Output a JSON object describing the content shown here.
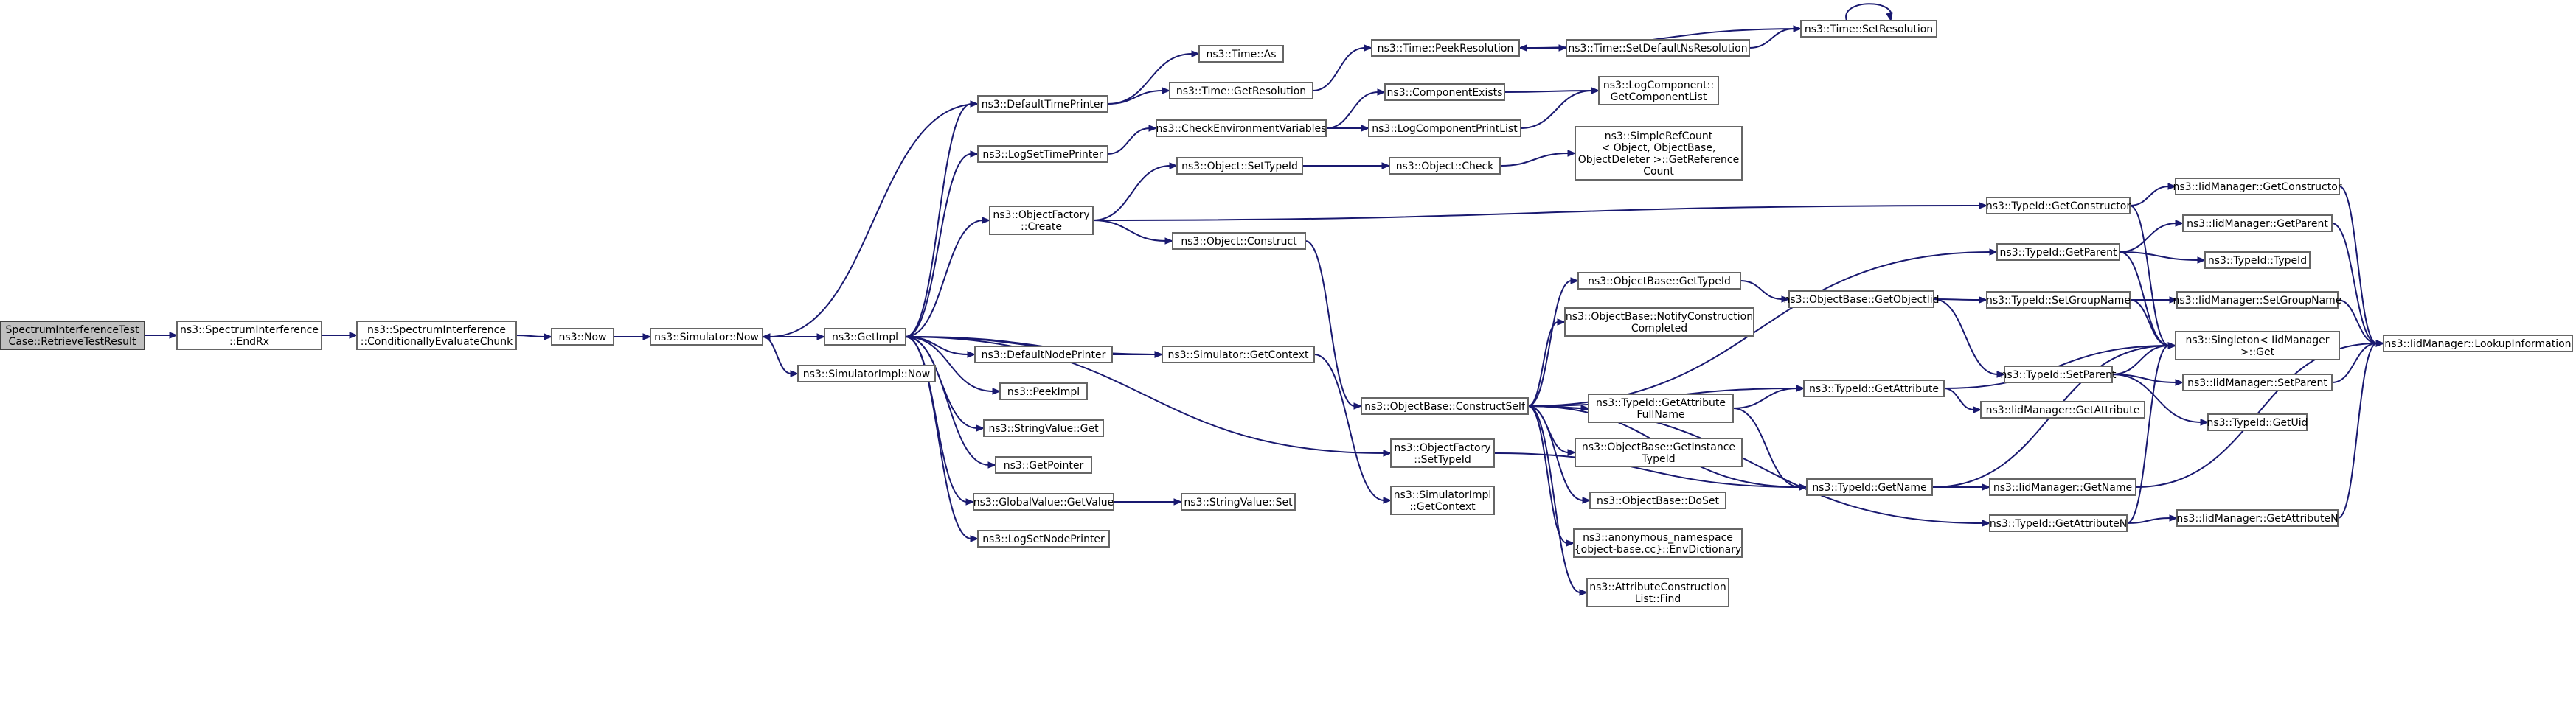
{
  "nodes": {
    "root": {
      "label": "SpectrumInterferenceTest\nCase::RetrieveTestResult"
    },
    "endrx": {
      "label": "ns3::SpectrumInterference\n::EndRx"
    },
    "cond": {
      "label": "ns3::SpectrumInterference\n::ConditionallyEvaluateChunk"
    },
    "now": {
      "label": "ns3::Now"
    },
    "simnow": {
      "label": "ns3::Simulator::Now"
    },
    "getimpl": {
      "label": "ns3::GetImpl"
    },
    "simimplnow": {
      "label": "ns3::SimulatorImpl::Now"
    },
    "deftimeprinter": {
      "label": "ns3::DefaultTimePrinter"
    },
    "logsettimeprinter": {
      "label": "ns3::LogSetTimePrinter"
    },
    "objfactcreate": {
      "label": "ns3::ObjectFactory\n::Create"
    },
    "defnodeprinter": {
      "label": "ns3::DefaultNodePrinter"
    },
    "peekimpl": {
      "label": "ns3::PeekImpl"
    },
    "strvalget": {
      "label": "ns3::StringValue::Get"
    },
    "getpointer": {
      "label": "ns3::GetPointer"
    },
    "globalvalget": {
      "label": "ns3::GlobalValue::GetValue"
    },
    "logsetnodeprinter": {
      "label": "ns3::LogSetNodePrinter"
    },
    "timeas": {
      "label": "ns3::Time::As"
    },
    "timegetres": {
      "label": "ns3::Time::GetResolution"
    },
    "checkenv": {
      "label": "ns3::CheckEnvironmentVariables"
    },
    "objsettypeid": {
      "label": "ns3::Object::SetTypeId"
    },
    "objconstruct": {
      "label": "ns3::Object::Construct"
    },
    "simgetcontext": {
      "label": "ns3::Simulator::GetContext"
    },
    "strvalset": {
      "label": "ns3::StringValue::Set"
    },
    "timepeekres": {
      "label": "ns3::Time::PeekResolution"
    },
    "compexists": {
      "label": "ns3::ComponentExists"
    },
    "logcompprintlist": {
      "label": "ns3::LogComponentPrintList"
    },
    "objcheck": {
      "label": "ns3::Object::Check"
    },
    "objbaseconstructself": {
      "label": "ns3::ObjectBase::ConstructSelf"
    },
    "objfactsettypeid": {
      "label": "ns3::ObjectFactory\n::SetTypeId"
    },
    "simimplgetcontext": {
      "label": "ns3::SimulatorImpl\n::GetContext"
    },
    "timesetdefns": {
      "label": "ns3::Time::SetDefaultNsResolution"
    },
    "logcompgetlist": {
      "label": "ns3::LogComponent::\nGetComponentList"
    },
    "simplerefcount": {
      "label": "ns3::SimpleRefCount\n< Object, ObjectBase,\nObjectDeleter >::GetReference\nCount"
    },
    "objbasegettypeid": {
      "label": "ns3::ObjectBase::GetTypeId"
    },
    "objbasenotify": {
      "label": "ns3::ObjectBase::NotifyConstruction\nCompleted"
    },
    "typeidgetattrfull": {
      "label": "ns3::TypeId::GetAttribute\nFullName"
    },
    "objbasegetinstance": {
      "label": "ns3::ObjectBase::GetInstance\nTypeId"
    },
    "objbasedoset": {
      "label": "ns3::ObjectBase::DoSet"
    },
    "envdict": {
      "label": "ns3::anonymous_namespace\n{object-base.cc}::EnvDictionary"
    },
    "attrconstructfind": {
      "label": "ns3::AttributeConstruction\nList::Find"
    },
    "timesetres": {
      "label": "ns3::Time::SetResolution"
    },
    "objbasegetobjectiid": {
      "label": "ns3::ObjectBase::GetObjectIid"
    },
    "typeidgetattr": {
      "label": "ns3::TypeId::GetAttribute"
    },
    "typeidgetname": {
      "label": "ns3::TypeId::GetName"
    },
    "typeidgetconstructor": {
      "label": "ns3::TypeId::GetConstructor"
    },
    "typeidgetparent": {
      "label": "ns3::TypeId::GetParent"
    },
    "typeidsetgroupname": {
      "label": "ns3::TypeId::SetGroupName"
    },
    "typeidsetparent": {
      "label": "ns3::TypeId::SetParent"
    },
    "typeidgetattrn": {
      "label": "ns3::TypeId::GetAttributeN"
    },
    "iidgetattribute": {
      "label": "ns3::IidManager::GetAttribute"
    },
    "iidgetname": {
      "label": "ns3::IidManager::GetName"
    },
    "iidgetconstructor": {
      "label": "ns3::IidManager::GetConstructor"
    },
    "iidgetparent": {
      "label": "ns3::IidManager::GetParent"
    },
    "typeidtypeid": {
      "label": "ns3::TypeId::TypeId"
    },
    "iidsetgroupname": {
      "label": "ns3::IidManager::SetGroupName"
    },
    "singletonget": {
      "label": "ns3::Singleton< IidManager\n>::Get"
    },
    "iidsetparent": {
      "label": "ns3::IidManager::SetParent"
    },
    "typeidgetuid": {
      "label": "ns3::TypeId::GetUid"
    },
    "iidgetattrn": {
      "label": "ns3::IidManager::GetAttributeN"
    },
    "iidlookup": {
      "label": "ns3::IidManager::LookupInformation"
    }
  },
  "edges": [
    [
      "root",
      "endrx"
    ],
    [
      "endrx",
      "cond"
    ],
    [
      "cond",
      "now"
    ],
    [
      "now",
      "simnow"
    ],
    [
      "simnow",
      "getimpl"
    ],
    [
      "simnow",
      "simimplnow"
    ],
    [
      "getimpl",
      "deftimeprinter"
    ],
    [
      "getimpl",
      "logsettimeprinter"
    ],
    [
      "getimpl",
      "objfactcreate"
    ],
    [
      "getimpl",
      "defnodeprinter"
    ],
    [
      "getimpl",
      "peekimpl"
    ],
    [
      "getimpl",
      "strvalget"
    ],
    [
      "getimpl",
      "getpointer"
    ],
    [
      "getimpl",
      "globalvalget"
    ],
    [
      "getimpl",
      "logsetnodeprinter"
    ],
    [
      "getimpl",
      "objfactsettypeid"
    ],
    [
      "getimpl",
      "simgetcontext"
    ],
    [
      "deftimeprinter",
      "simnow"
    ],
    [
      "deftimeprinter",
      "timeas"
    ],
    [
      "deftimeprinter",
      "timegetres"
    ],
    [
      "timegetres",
      "timepeekres"
    ],
    [
      "timepeekres",
      "timesetdefns"
    ],
    [
      "timesetdefns",
      "timesetres"
    ],
    [
      "timesetres",
      "timepeekres"
    ],
    [
      "timesetres",
      "timesetres"
    ],
    [
      "logsettimeprinter",
      "checkenv"
    ],
    [
      "checkenv",
      "compexists"
    ],
    [
      "checkenv",
      "logcompprintlist"
    ],
    [
      "compexists",
      "logcompgetlist"
    ],
    [
      "logcompprintlist",
      "logcompgetlist"
    ],
    [
      "objfactcreate",
      "objsettypeid"
    ],
    [
      "objfactcreate",
      "objconstruct"
    ],
    [
      "objfactcreate",
      "typeidgetconstructor"
    ],
    [
      "objsettypeid",
      "objcheck"
    ],
    [
      "objcheck",
      "simplerefcount"
    ],
    [
      "objconstruct",
      "objbaseconstructself"
    ],
    [
      "defnodeprinter",
      "simgetcontext"
    ],
    [
      "simgetcontext",
      "getimpl"
    ],
    [
      "simgetcontext",
      "simimplgetcontext"
    ],
    [
      "globalvalget",
      "strvalset"
    ],
    [
      "objfactsettypeid",
      "typeidgetname"
    ],
    [
      "objbaseconstructself",
      "objbasegettypeid"
    ],
    [
      "objbaseconstructself",
      "objbasenotify"
    ],
    [
      "objbaseconstructself",
      "typeidgetattrfull"
    ],
    [
      "objbaseconstructself",
      "objbasegetinstance"
    ],
    [
      "objbaseconstructself",
      "objbasedoset"
    ],
    [
      "objbaseconstructself",
      "envdict"
    ],
    [
      "objbaseconstructself",
      "attrconstructfind"
    ],
    [
      "objbaseconstructself",
      "typeidgetattr"
    ],
    [
      "objbaseconstructself",
      "typeidgetname"
    ],
    [
      "objbaseconstructself",
      "typeidgetparent"
    ],
    [
      "objbaseconstructself",
      "typeidgetattrn"
    ],
    [
      "objbasegettypeid",
      "objbasegetobjectiid"
    ],
    [
      "objbasegetobjectiid",
      "typeidsetgroupname"
    ],
    [
      "objbasegetobjectiid",
      "typeidsetparent"
    ],
    [
      "typeidgetattrfull",
      "typeidgetattr"
    ],
    [
      "typeidgetattrfull",
      "typeidgetname"
    ],
    [
      "typeidgetattr",
      "iidgetattribute"
    ],
    [
      "typeidgetattr",
      "singletonget"
    ],
    [
      "typeidgetname",
      "iidgetname"
    ],
    [
      "typeidgetname",
      "singletonget"
    ],
    [
      "typeidgetconstructor",
      "iidgetconstructor"
    ],
    [
      "typeidgetconstructor",
      "singletonget"
    ],
    [
      "typeidgetparent",
      "iidgetparent"
    ],
    [
      "typeidgetparent",
      "typeidtypeid"
    ],
    [
      "typeidgetparent",
      "singletonget"
    ],
    [
      "typeidsetgroupname",
      "iidsetgroupname"
    ],
    [
      "typeidsetgroupname",
      "singletonget"
    ],
    [
      "typeidsetparent",
      "singletonget"
    ],
    [
      "typeidsetparent",
      "iidsetparent"
    ],
    [
      "typeidsetparent",
      "typeidgetuid"
    ],
    [
      "typeidgetattrn",
      "iidgetattrn"
    ],
    [
      "typeidgetattrn",
      "singletonget"
    ],
    [
      "iidgetconstructor",
      "iidlookup"
    ],
    [
      "iidgetparent",
      "iidlookup"
    ],
    [
      "iidsetgroupname",
      "iidlookup"
    ],
    [
      "iidsetparent",
      "iidlookup"
    ],
    [
      "iidgetname",
      "iidlookup"
    ],
    [
      "iidgetattrn",
      "iidlookup"
    ]
  ]
}
